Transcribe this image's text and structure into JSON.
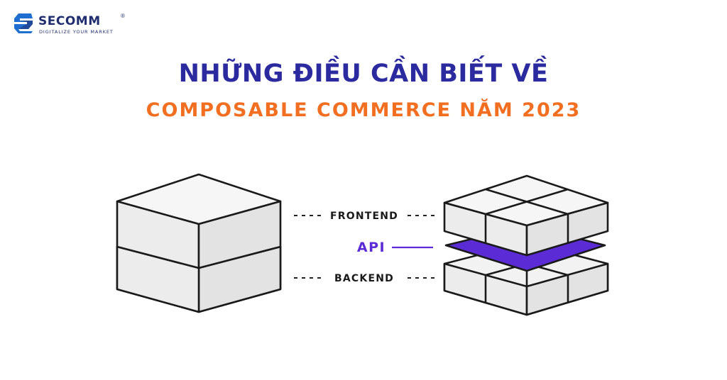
{
  "brand": {
    "name": "SECOMM",
    "registered": "®",
    "tagline": "DIGITALIZE YOUR MARKET"
  },
  "heading": {
    "line1": "NHỮNG ĐIỀU CẦN BIẾT VỀ",
    "line2": "COMPOSABLE COMMERCE NĂM 2023"
  },
  "diagram": {
    "frontend_label": "FRONTEND",
    "api_label": "API",
    "backend_label": "BACKEND"
  },
  "colors": {
    "heading_primary": "#2b2a9e",
    "heading_accent": "#f26f21",
    "api_accent": "#5b2bd6",
    "logo": "#1f2d6e"
  }
}
